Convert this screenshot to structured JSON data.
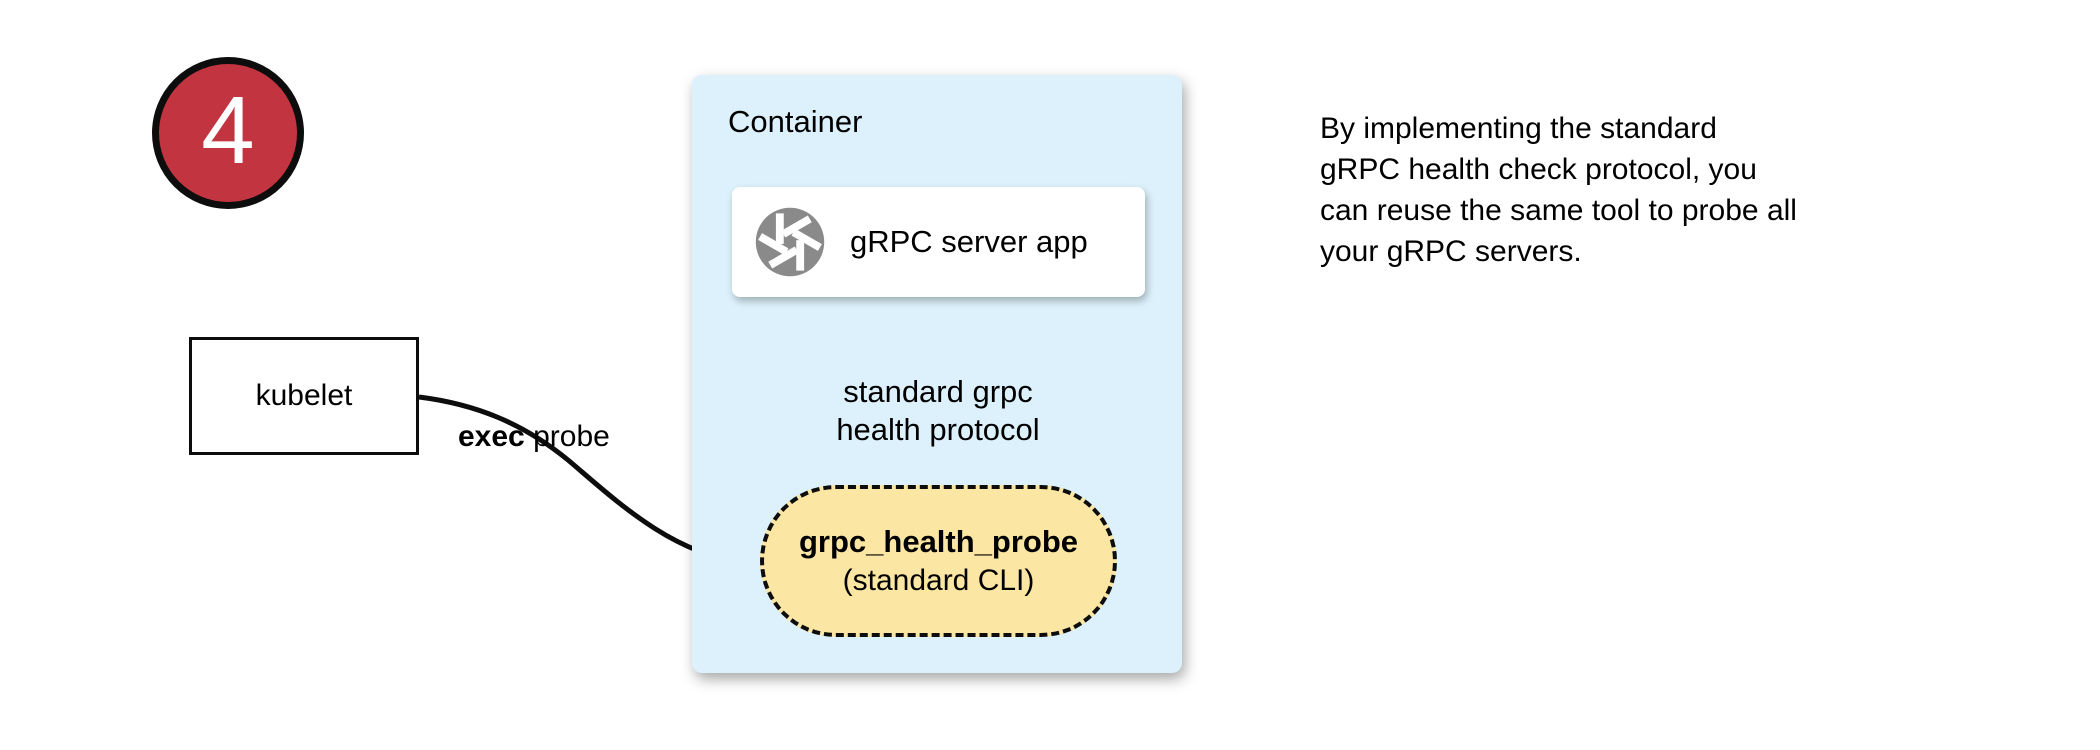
{
  "step_badge": {
    "number": "4",
    "color": "#C13440"
  },
  "kubelet": {
    "label": "kubelet"
  },
  "probe_arrow": {
    "label_bold": "exec",
    "label_rest": " probe"
  },
  "container": {
    "title": "Container",
    "server_box": {
      "label": "gRPC server app",
      "icon": "aperture-icon"
    },
    "protocol_label": {
      "line1": "standard grpc",
      "line2": "health protocol"
    },
    "probe_box": {
      "name": "grpc_health_probe",
      "subtitle": "(standard CLI)"
    }
  },
  "note": {
    "lines": [
      "By implementing the standard",
      "gRPC health check protocol, you",
      "can reuse the same tool to probe all",
      "your gRPC servers."
    ]
  },
  "colors": {
    "badge_red": "#C13440",
    "container_blue": "#DCF1FB",
    "probe_yellow": "#FBE6A3",
    "icon_gray": "#8A8A8A",
    "line_black": "#0d0d0d"
  }
}
